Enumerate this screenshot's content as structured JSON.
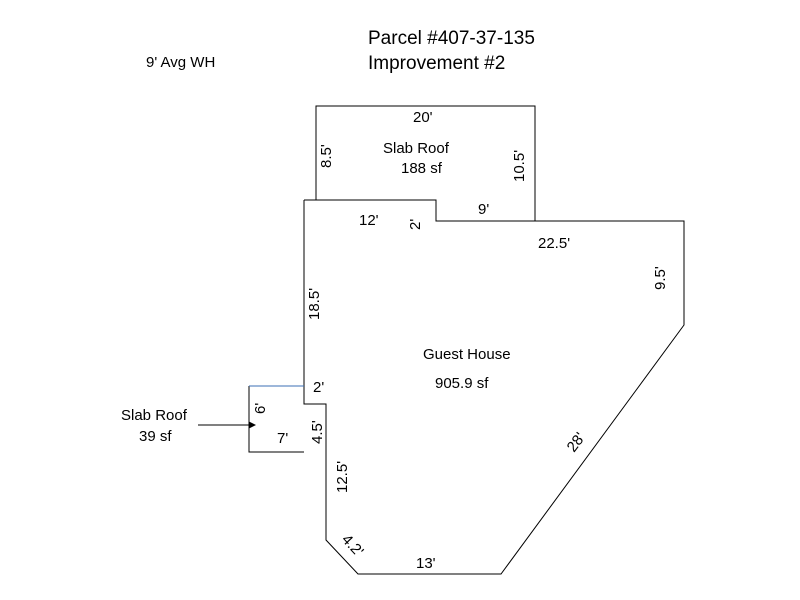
{
  "header": {
    "parcel": "Parcel #407-37-135",
    "improvement": "Improvement #2",
    "wall_height": "9' Avg WH"
  },
  "areas": {
    "upper_slab": {
      "name": "Slab Roof",
      "area": "188 sf"
    },
    "guest_house": {
      "name": "Guest House",
      "area": "905.9 sf"
    },
    "small_slab": {
      "name": "Slab Roof",
      "area": "39 sf"
    }
  },
  "dimensions": {
    "top_20": "20'",
    "left_8_5": "8.5'",
    "right_10_5": "10.5'",
    "step_9": "9'",
    "step_2": "2'",
    "top_12": "12'",
    "side_22_5": "22.5'",
    "side_9_5": "9.5'",
    "left_18_5": "18.5'",
    "jog_2": "2'",
    "slab_6": "6'",
    "slab_7": "7'",
    "jog_4_5": "4.5'",
    "left_12_5": "12.5'",
    "corner_4_2": "4.2'",
    "bottom_13": "13'",
    "diag_28": "28'"
  },
  "colors": {
    "line": "#000000",
    "slab_top_edge": "#3b6fb6"
  }
}
